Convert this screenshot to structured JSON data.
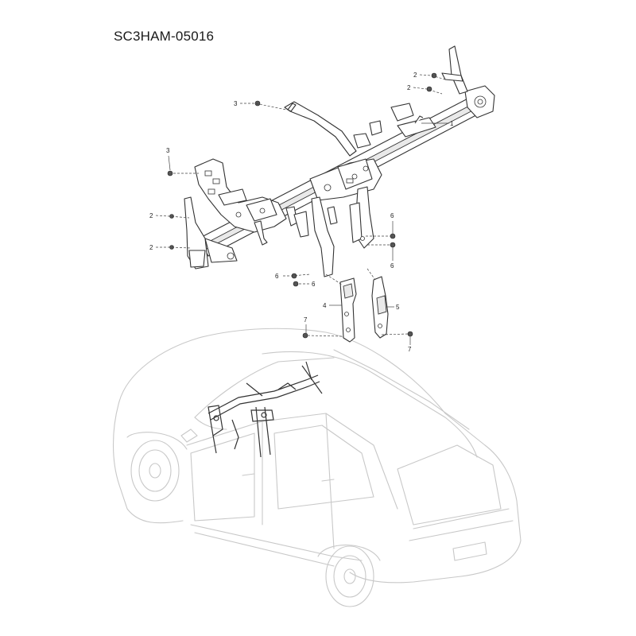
{
  "diagram": {
    "title": "SC3HAM-05016",
    "callouts": [
      {
        "id": "c1",
        "label": "1"
      },
      {
        "id": "c2a",
        "label": "2"
      },
      {
        "id": "c2b",
        "label": "2"
      },
      {
        "id": "c2c",
        "label": "2"
      },
      {
        "id": "c2d",
        "label": "2"
      },
      {
        "id": "c3a",
        "label": "3"
      },
      {
        "id": "c3b",
        "label": "3"
      },
      {
        "id": "c4",
        "label": "4"
      },
      {
        "id": "c5",
        "label": "5"
      },
      {
        "id": "c6a",
        "label": "6"
      },
      {
        "id": "c6b",
        "label": "6"
      },
      {
        "id": "c6c",
        "label": "6"
      },
      {
        "id": "c6d",
        "label": "6"
      },
      {
        "id": "c7a",
        "label": "7"
      },
      {
        "id": "c7b",
        "label": "7"
      }
    ]
  },
  "colors": {
    "line": "#333333",
    "car_outline": "#c8c8c8",
    "background": "#ffffff"
  }
}
